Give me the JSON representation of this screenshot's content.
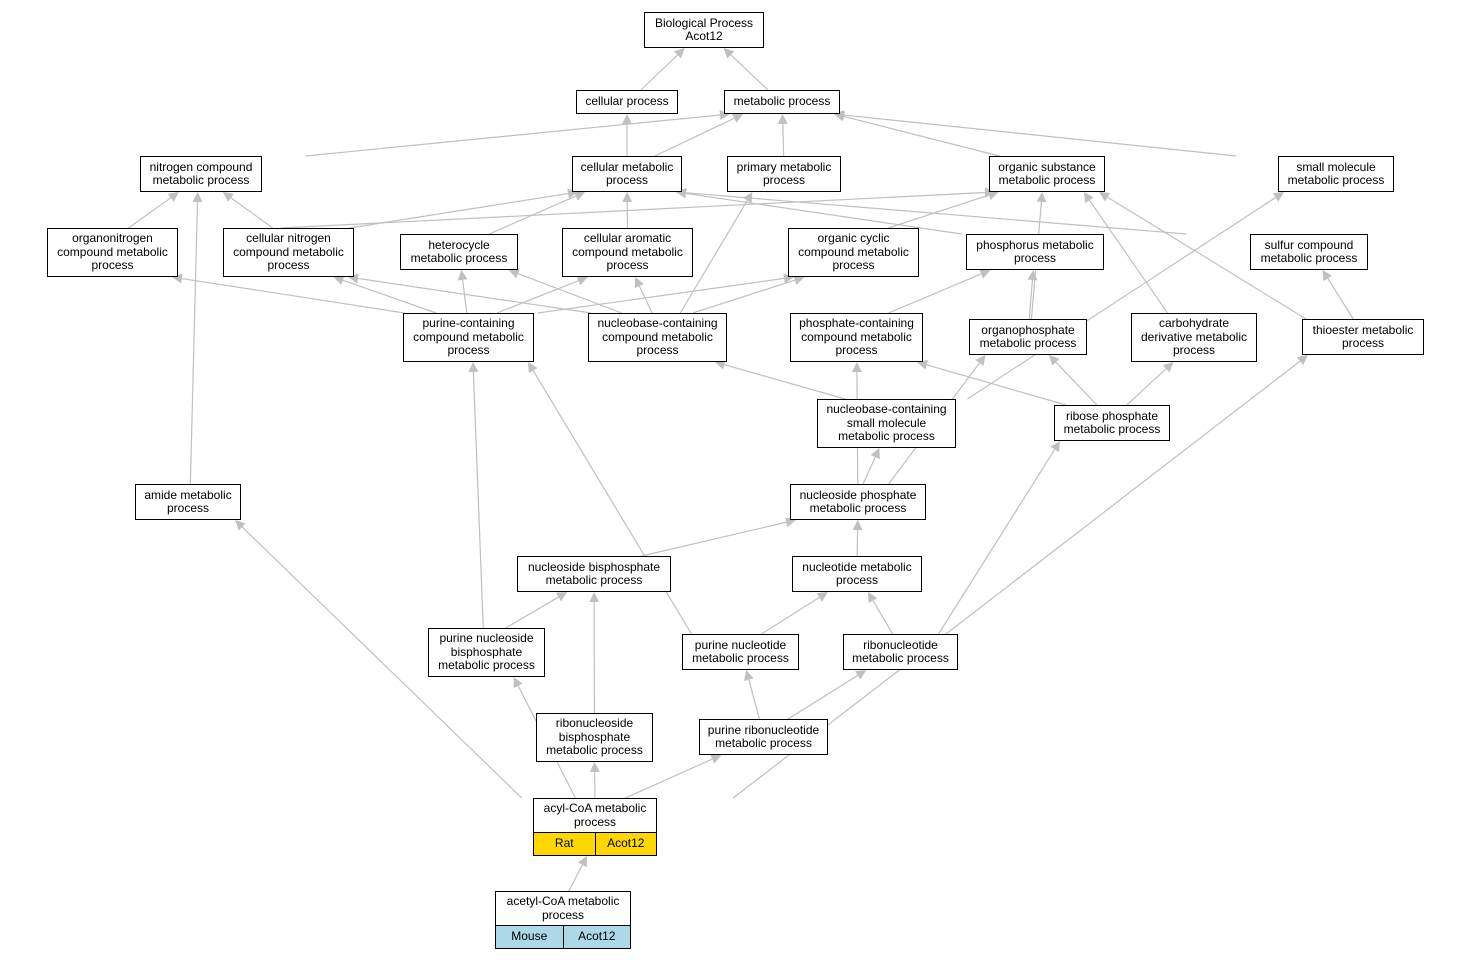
{
  "nodes": {
    "root": [
      "Biological Process",
      "Acot12"
    ],
    "cellular": [
      "cellular process"
    ],
    "metabolic": [
      "metabolic process"
    ],
    "nitrogen": [
      "nitrogen compound",
      "metabolic process"
    ],
    "cellmet": [
      "cellular metabolic",
      "process"
    ],
    "primary": [
      "primary metabolic",
      "process"
    ],
    "orgsub": [
      "organic substance",
      "metabolic process"
    ],
    "smallmol": [
      "small molecule",
      "metabolic process"
    ],
    "organonitro": [
      "organonitrogen",
      "compound metabolic",
      "process"
    ],
    "cellnitro": [
      "cellular nitrogen",
      "compound metabolic",
      "process"
    ],
    "hetero": [
      "heterocycle",
      "metabolic process"
    ],
    "cellarom": [
      "cellular aromatic",
      "compound metabolic",
      "process"
    ],
    "orgcyc": [
      "organic cyclic",
      "compound metabolic",
      "process"
    ],
    "phosphorus": [
      "phosphorus metabolic",
      "process"
    ],
    "sulfur": [
      "sulfur compound",
      "metabolic process"
    ],
    "purinecont": [
      "purine-containing",
      "compound metabolic",
      "process"
    ],
    "nucbasecont": [
      "nucleobase-containing",
      "compound metabolic",
      "process"
    ],
    "phoscont": [
      "phosphate-containing",
      "compound metabolic",
      "process"
    ],
    "organophos": [
      "organophosphate",
      "metabolic process"
    ],
    "carbo": [
      "carbohydrate",
      "derivative metabolic",
      "process"
    ],
    "thioester": [
      "thioester metabolic",
      "process"
    ],
    "nucbasesmall": [
      "nucleobase-containing",
      "small molecule",
      "metabolic process"
    ],
    "ribosephos": [
      "ribose phosphate",
      "metabolic process"
    ],
    "amide": [
      "amide metabolic",
      "process"
    ],
    "nucphos": [
      "nucleoside phosphate",
      "metabolic process"
    ],
    "nucbis": [
      "nucleoside bisphosphate",
      "metabolic process"
    ],
    "nucleotide": [
      "nucleotide metabolic",
      "process"
    ],
    "purinebis": [
      "purine nucleoside",
      "bisphosphate",
      "metabolic process"
    ],
    "purinenuc": [
      "purine nucleotide",
      "metabolic process"
    ],
    "ribonuc": [
      "ribonucleotide",
      "metabolic process"
    ],
    "ribobis": [
      "ribonucleoside",
      "bisphosphate",
      "metabolic process"
    ],
    "purineribo": [
      "purine ribonucleotide",
      "metabolic process"
    ],
    "acylcoa": [
      "acyl-CoA metabolic",
      "process"
    ],
    "acetylcoa": [
      "acetyl-CoA metabolic",
      "process"
    ]
  },
  "annotations": {
    "acylcoa": [
      "Rat",
      "Acot12"
    ],
    "acetylcoa": [
      "Mouse",
      "Acot12"
    ]
  },
  "colors": {
    "edge": "#c0c0c0",
    "node_border": "#000000",
    "rat_fill": "#ffd700",
    "mouse_fill": "#add8e6"
  },
  "edges": [
    [
      "cellular",
      "root"
    ],
    [
      "metabolic",
      "root"
    ],
    [
      "nitrogen",
      "metabolic"
    ],
    [
      "cellmet",
      "cellular"
    ],
    [
      "cellmet",
      "metabolic"
    ],
    [
      "primary",
      "metabolic"
    ],
    [
      "orgsub",
      "metabolic"
    ],
    [
      "smallmol",
      "metabolic"
    ],
    [
      "organonitro",
      "nitrogen"
    ],
    [
      "organonitro",
      "orgsub"
    ],
    [
      "cellnitro",
      "nitrogen"
    ],
    [
      "cellnitro",
      "cellmet"
    ],
    [
      "hetero",
      "cellmet"
    ],
    [
      "cellarom",
      "cellmet"
    ],
    [
      "orgcyc",
      "orgsub"
    ],
    [
      "phosphorus",
      "cellmet"
    ],
    [
      "sulfur",
      "cellmet"
    ],
    [
      "purinecont",
      "organonitro"
    ],
    [
      "purinecont",
      "cellnitro"
    ],
    [
      "purinecont",
      "hetero"
    ],
    [
      "purinecont",
      "cellarom"
    ],
    [
      "purinecont",
      "orgcyc"
    ],
    [
      "nucbasecont",
      "cellnitro"
    ],
    [
      "nucbasecont",
      "hetero"
    ],
    [
      "nucbasecont",
      "cellarom"
    ],
    [
      "nucbasecont",
      "orgcyc"
    ],
    [
      "nucbasecont",
      "primary"
    ],
    [
      "phoscont",
      "phosphorus"
    ],
    [
      "organophos",
      "phosphorus"
    ],
    [
      "organophos",
      "orgsub"
    ],
    [
      "carbo",
      "orgsub"
    ],
    [
      "thioester",
      "sulfur"
    ],
    [
      "thioester",
      "orgsub"
    ],
    [
      "nucbasesmall",
      "nucbasecont"
    ],
    [
      "nucbasesmall",
      "smallmol"
    ],
    [
      "ribosephos",
      "phoscont"
    ],
    [
      "ribosephos",
      "organophos"
    ],
    [
      "ribosephos",
      "carbo"
    ],
    [
      "amide",
      "nitrogen"
    ],
    [
      "nucphos",
      "nucbasesmall"
    ],
    [
      "nucphos",
      "phoscont"
    ],
    [
      "nucphos",
      "organophos"
    ],
    [
      "nucbis",
      "nucphos"
    ],
    [
      "nucleotide",
      "nucphos"
    ],
    [
      "purinebis",
      "nucbis"
    ],
    [
      "purinebis",
      "purinecont"
    ],
    [
      "purinenuc",
      "nucleotide"
    ],
    [
      "purinenuc",
      "purinecont"
    ],
    [
      "ribonuc",
      "nucleotide"
    ],
    [
      "ribonuc",
      "ribosephos"
    ],
    [
      "ribobis",
      "nucbis"
    ],
    [
      "purineribo",
      "purinenuc"
    ],
    [
      "purineribo",
      "ribonuc"
    ],
    [
      "acylcoa",
      "ribobis"
    ],
    [
      "acylcoa",
      "purineribo"
    ],
    [
      "acylcoa",
      "purinebis"
    ],
    [
      "acylcoa",
      "amide"
    ],
    [
      "acylcoa",
      "thioester"
    ],
    [
      "acetylcoa",
      "acylcoa"
    ]
  ]
}
